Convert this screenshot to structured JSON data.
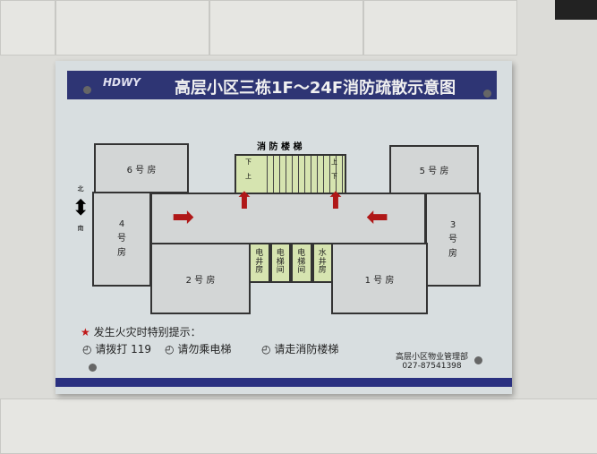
{
  "header": {
    "logo": "HDWY",
    "title": "高层小区三栋1F～24F消防疏散示意图"
  },
  "plan": {
    "stairs_label": "消 防 楼 梯",
    "stairs_marks": [
      "下",
      "上",
      "上",
      "下"
    ],
    "rooms": {
      "r6": "6 号 房",
      "r5": "5 号 房",
      "r4": "4\n号\n房",
      "r3": "3\n号\n房",
      "r2": "2 号 房",
      "r1": "1 号 房"
    },
    "shafts": [
      "电井房",
      "电梯间",
      "电梯间",
      "水井房"
    ],
    "compass": {
      "north": "北",
      "south": "南"
    }
  },
  "notice": {
    "heading": "发生火灾时特别提示：",
    "tips": [
      "请拨打 119",
      "请勿乘电梯",
      "请走消防楼梯"
    ]
  },
  "footer": {
    "org": "高层小区物业管理部",
    "phone": "027-87541398"
  },
  "colors": {
    "header": "#2e3574",
    "arrow": "#b01818",
    "green": "#d6e4b0"
  }
}
